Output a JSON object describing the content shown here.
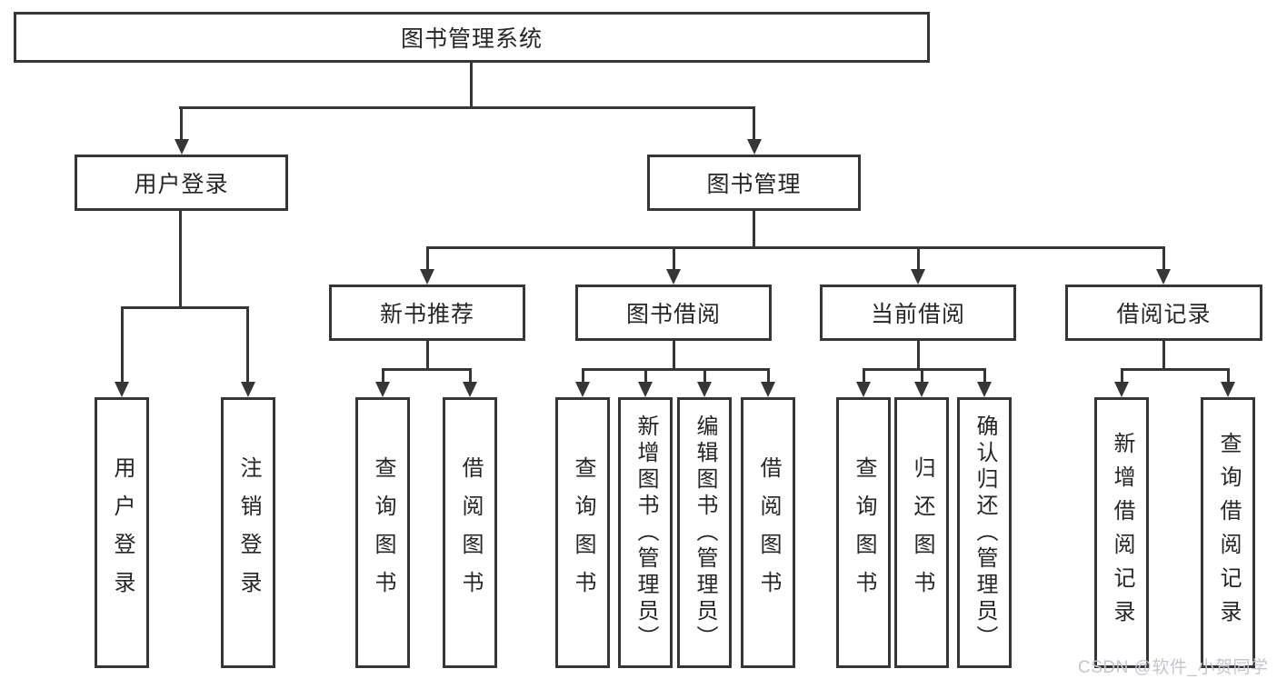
{
  "diagram": {
    "root": {
      "label": "图书管理系统"
    },
    "level2": {
      "user_login": {
        "label": "用户登录"
      },
      "book_mgmt": {
        "label": "图书管理"
      }
    },
    "level3": {
      "new_book_rec": {
        "label": "新书推荐"
      },
      "book_borrow": {
        "label": "图书借阅"
      },
      "current_borrow": {
        "label": "当前借阅"
      },
      "borrow_records": {
        "label": "借阅记录"
      }
    },
    "leaves": {
      "user_login": {
        "label": "用户登录"
      },
      "logout": {
        "label": "注销登录"
      },
      "rec_query_books": {
        "label": "查询图书"
      },
      "rec_borrow_books": {
        "label": "借阅图书"
      },
      "bb_query_books": {
        "label": "查询图书"
      },
      "bb_add_books": {
        "label": "新增图书（管理员）"
      },
      "bb_edit_books": {
        "label": "编辑图书（管理员）"
      },
      "bb_borrow_books": {
        "label": "借阅图书"
      },
      "cb_query_books": {
        "label": "查询图书"
      },
      "cb_return_books": {
        "label": "归还图书"
      },
      "cb_confirm_return": {
        "label": "确认归还（管理员）"
      },
      "br_add_record": {
        "label": "新增借阅记录"
      },
      "br_query_record": {
        "label": "查询借阅记录"
      }
    },
    "watermark": "CSDN @软件_小贺同学",
    "colors": {
      "line": "#363636",
      "text": "#262626",
      "watermark": "#c3c6cc",
      "background": "#ffffff"
    }
  }
}
